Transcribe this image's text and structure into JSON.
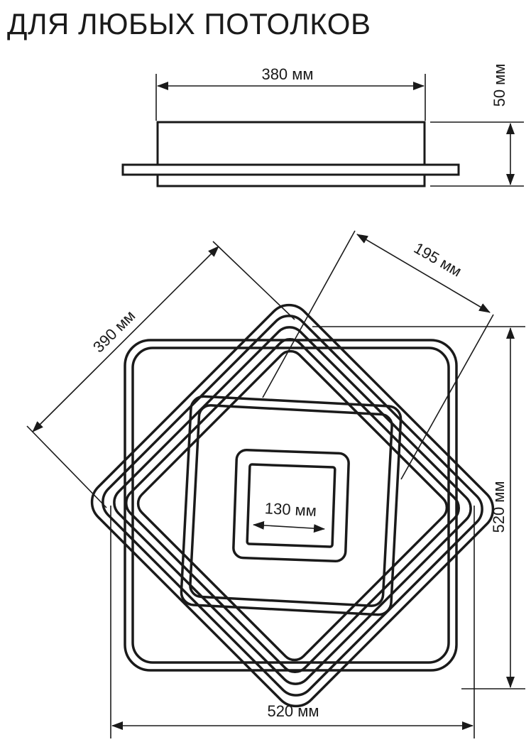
{
  "title": "ДЛЯ ЛЮБЫХ ПОТОЛКОВ",
  "dimensions": {
    "side_width": "380 мм",
    "side_height": "50 мм",
    "diag_outer": "390 мм",
    "diag_mid": "195 мм",
    "inner": "130 мм",
    "height": "520 мм",
    "width": "520 мм"
  }
}
